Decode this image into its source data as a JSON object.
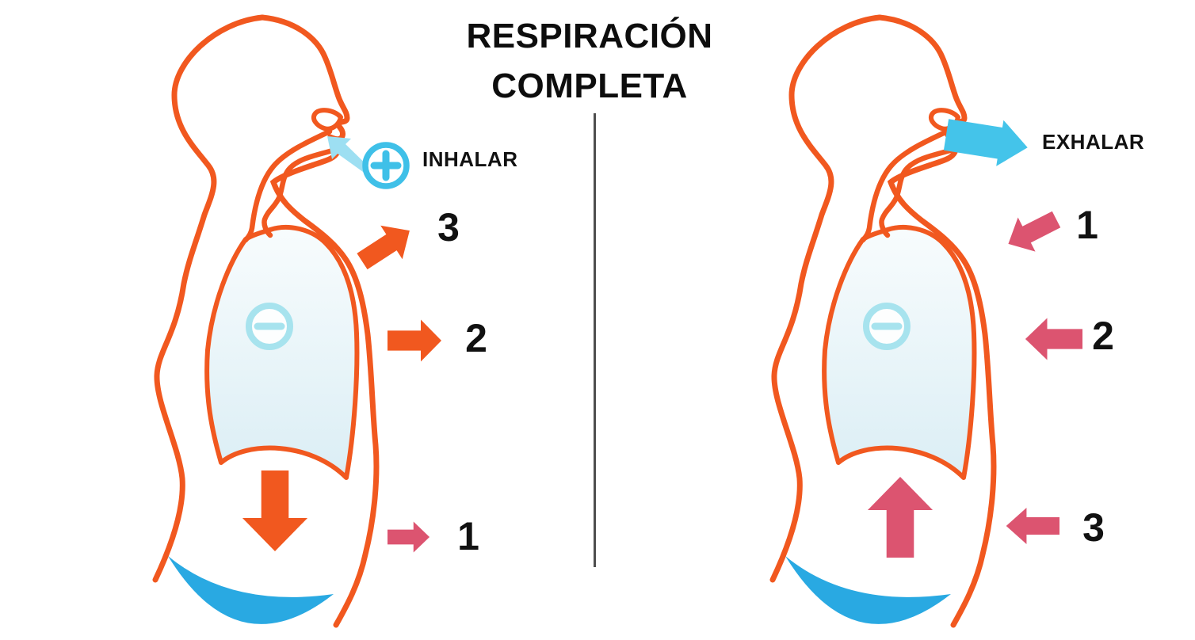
{
  "title": {
    "line1": "RESPIRACIÓN",
    "line2": "COMPLETA"
  },
  "left_figure": {
    "action_label": "INHALAR",
    "mouth_icon": "plus-circle-icon",
    "chest_icon": "minus-circle-icon",
    "diaphragm_arrow_direction": "down",
    "steps": {
      "upper_chest": "3",
      "ribs": "2",
      "abdomen": "1"
    }
  },
  "right_figure": {
    "action_label": "EXHALAR",
    "mouth_icon": "air-out-arrow",
    "chest_icon": "minus-circle-icon",
    "diaphragm_arrow_direction": "up",
    "steps": {
      "upper_chest": "1",
      "ribs": "2",
      "abdomen": "3"
    }
  },
  "colors": {
    "body_outline_orange": "#F1581F",
    "inhale_step_arrows": "#F1581F",
    "exhale_step_arrows": "#DC5470",
    "air_cyan": "#44C4EA",
    "air_light_cyan": "#9DDFF2",
    "plus_sign_cyan": "#3FC0E8",
    "minus_sign_light_cyan": "#A7E3EE",
    "diaphragm_blue": "#29A9E2",
    "lung_fill_top": "#F8FCFD",
    "lung_fill_bottom": "#DBEEF5",
    "divider_gray": "#4D4D4D",
    "text_black": "#0D0D0D"
  }
}
